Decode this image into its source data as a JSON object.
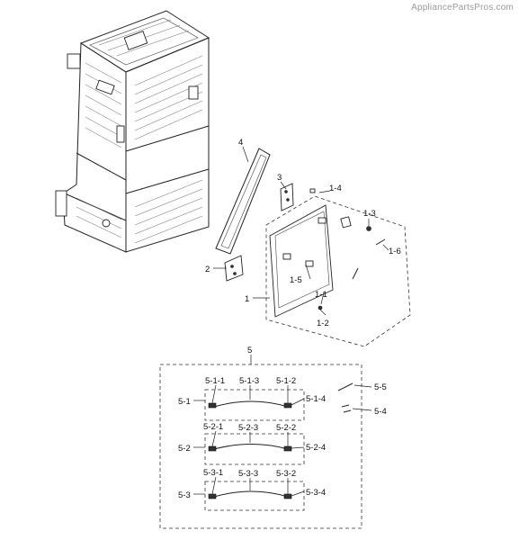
{
  "watermark": "AppliancePartsPros.com",
  "callouts": {
    "c1": "1",
    "c1_1": "1-1",
    "c1_2": "1-2",
    "c1_3": "1-3",
    "c1_4": "1-4",
    "c1_5": "1-5",
    "c1_6": "1-6",
    "c2": "2",
    "c3": "3",
    "c4": "4",
    "c5": "5",
    "c5_1": "5-1",
    "c5_1_1": "5-1-1",
    "c5_1_2": "5-1-2",
    "c5_1_3": "5-1-3",
    "c5_1_4": "5-1-4",
    "c5_2": "5-2",
    "c5_2_1": "5-2-1",
    "c5_2_2": "5-2-2",
    "c5_2_3": "5-2-3",
    "c5_2_4": "5-2-4",
    "c5_3": "5-3",
    "c5_3_1": "5-3-1",
    "c5_3_2": "5-3-2",
    "c5_3_3": "5-3-3",
    "c5_3_4": "5-3-4",
    "c5_4": "5-4",
    "c5_5": "5-5"
  }
}
